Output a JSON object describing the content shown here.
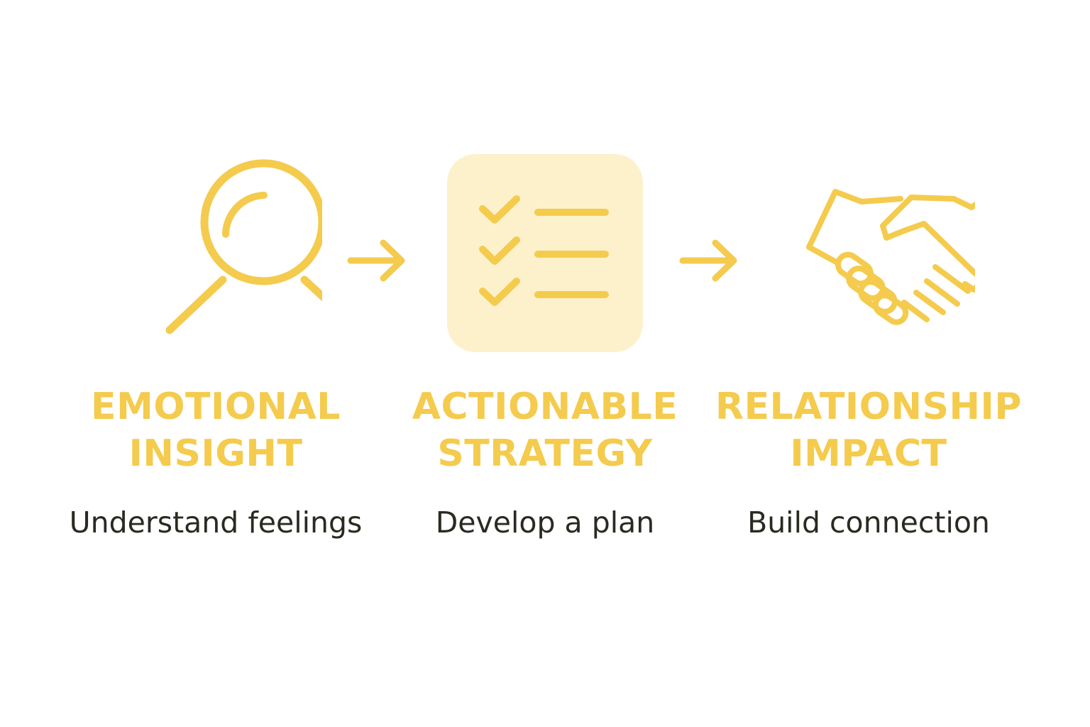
{
  "colors": {
    "accent": "#f4cb4d",
    "card_background": "#fdf1cc",
    "text": "#2b2a22",
    "background": "#ffffff"
  },
  "steps": [
    {
      "icon": "magnifying-glass-icon",
      "title_line1": "EMOTIONAL",
      "title_line2": "INSIGHT",
      "description": "Understand feelings"
    },
    {
      "icon": "checklist-icon",
      "title_line1": "ACTIONABLE",
      "title_line2": "STRATEGY",
      "description": "Develop a plan"
    },
    {
      "icon": "handshake-icon",
      "title_line1": "RELATIONSHIP",
      "title_line2": "IMPACT",
      "description": "Build connection"
    }
  ],
  "connectors": [
    "arrow-right-icon",
    "arrow-right-icon"
  ]
}
